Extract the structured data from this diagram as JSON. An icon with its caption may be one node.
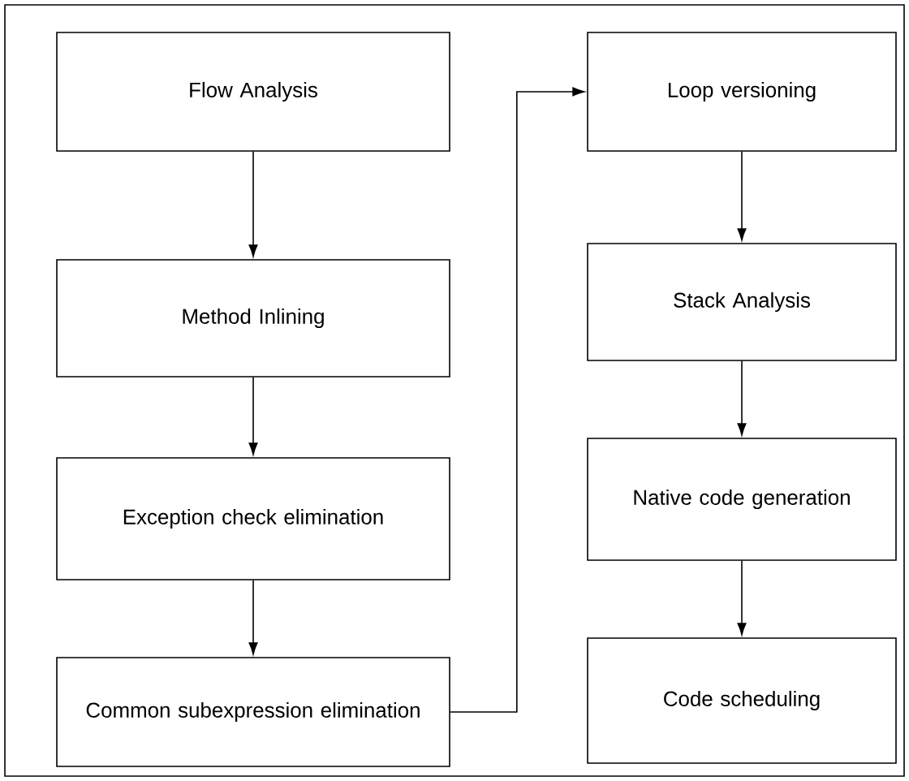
{
  "diagram": {
    "nodes": [
      {
        "text": [
          "Flow Analysis"
        ]
      },
      {
        "text": [
          "Method Inlining"
        ]
      },
      {
        "text": [
          "Exception check elimination"
        ]
      },
      {
        "text": [
          "Common subexpression elimination"
        ]
      },
      {
        "text": [
          "Loop versioning"
        ]
      },
      {
        "text": [
          "Stack Analysis"
        ]
      },
      {
        "text": [
          "Native code generation"
        ]
      },
      {
        "text": [
          "Code scheduling"
        ]
      }
    ],
    "edges": [
      {
        "from": 0,
        "to": 1,
        "arrow": "to"
      },
      {
        "from": 1,
        "to": 2,
        "arrow": "to"
      },
      {
        "from": 2,
        "to": 3,
        "arrow": "to"
      },
      {
        "from": 3,
        "to": 4,
        "arrow": "to"
      },
      {
        "from": 4,
        "to": 5,
        "arrow": "to"
      },
      {
        "from": 5,
        "to": 6,
        "arrow": "to"
      },
      {
        "from": 6,
        "to": 7,
        "arrow": "to"
      }
    ]
  }
}
